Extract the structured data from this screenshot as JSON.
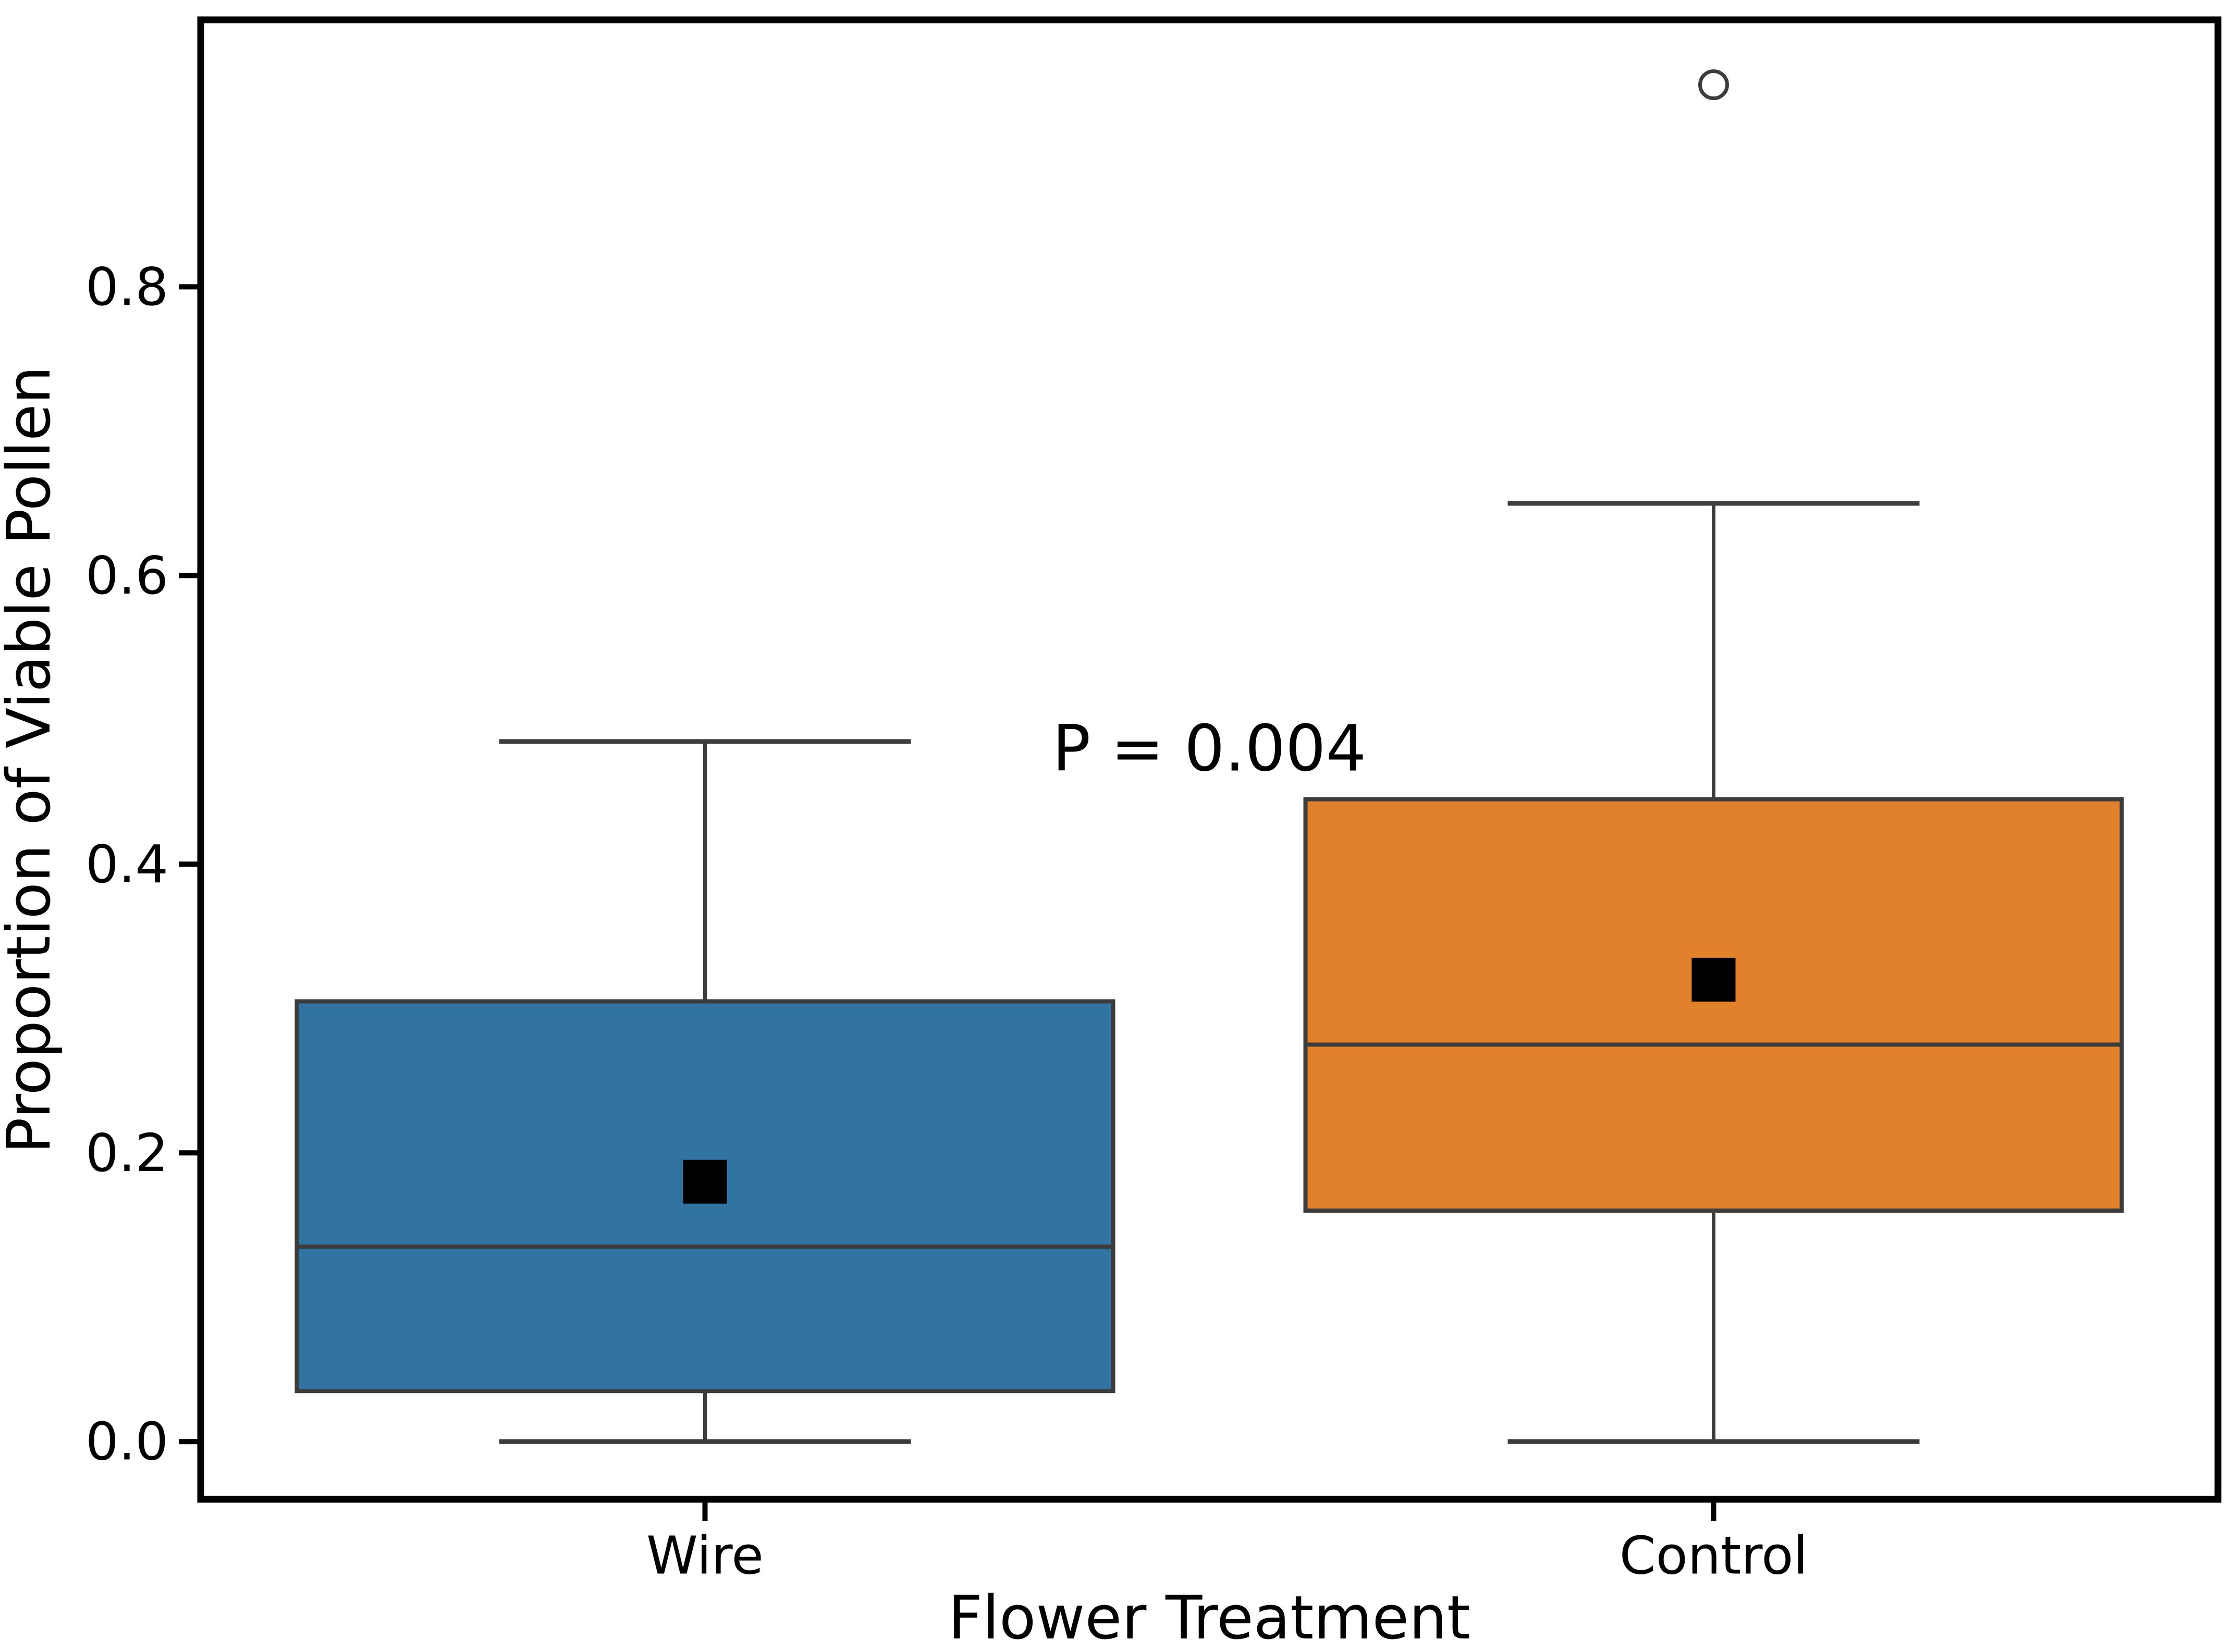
{
  "chart_data": {
    "type": "box",
    "title": "",
    "xlabel": "Flower Treatment",
    "ylabel": "Proportion of Viable Pollen",
    "categories": [
      "Wire",
      "Control"
    ],
    "yticks": [
      0.0,
      0.2,
      0.4,
      0.6,
      0.8
    ],
    "ytick_labels": [
      "0.0",
      "0.2",
      "0.4",
      "0.6",
      "0.8"
    ],
    "ylim": [
      -0.04,
      0.985
    ],
    "grid": false,
    "legend_position": "none",
    "annotation": {
      "text": "P = 0.004",
      "y_value": 0.48
    },
    "colors": {
      "background": "#FFFFFF",
      "axis": "#000000",
      "box_edge": "#3C3C3C",
      "whisker": "#3C3C3C",
      "mean_marker": "#000000",
      "outlier_edge": "#3C3C3C",
      "outlier_face": "#FFFFFF"
    },
    "series": [
      {
        "name": "Wire",
        "color": "#3274A1",
        "whisker_low": 0.0,
        "q1": 0.035,
        "median": 0.135,
        "q3": 0.305,
        "whisker_high": 0.485,
        "mean": 0.18,
        "outliers": []
      },
      {
        "name": "Control",
        "color": "#E1812C",
        "whisker_low": 0.0,
        "q1": 0.16,
        "median": 0.275,
        "q3": 0.445,
        "whisker_high": 0.65,
        "mean": 0.32,
        "outliers": [
          0.94
        ]
      }
    ]
  }
}
